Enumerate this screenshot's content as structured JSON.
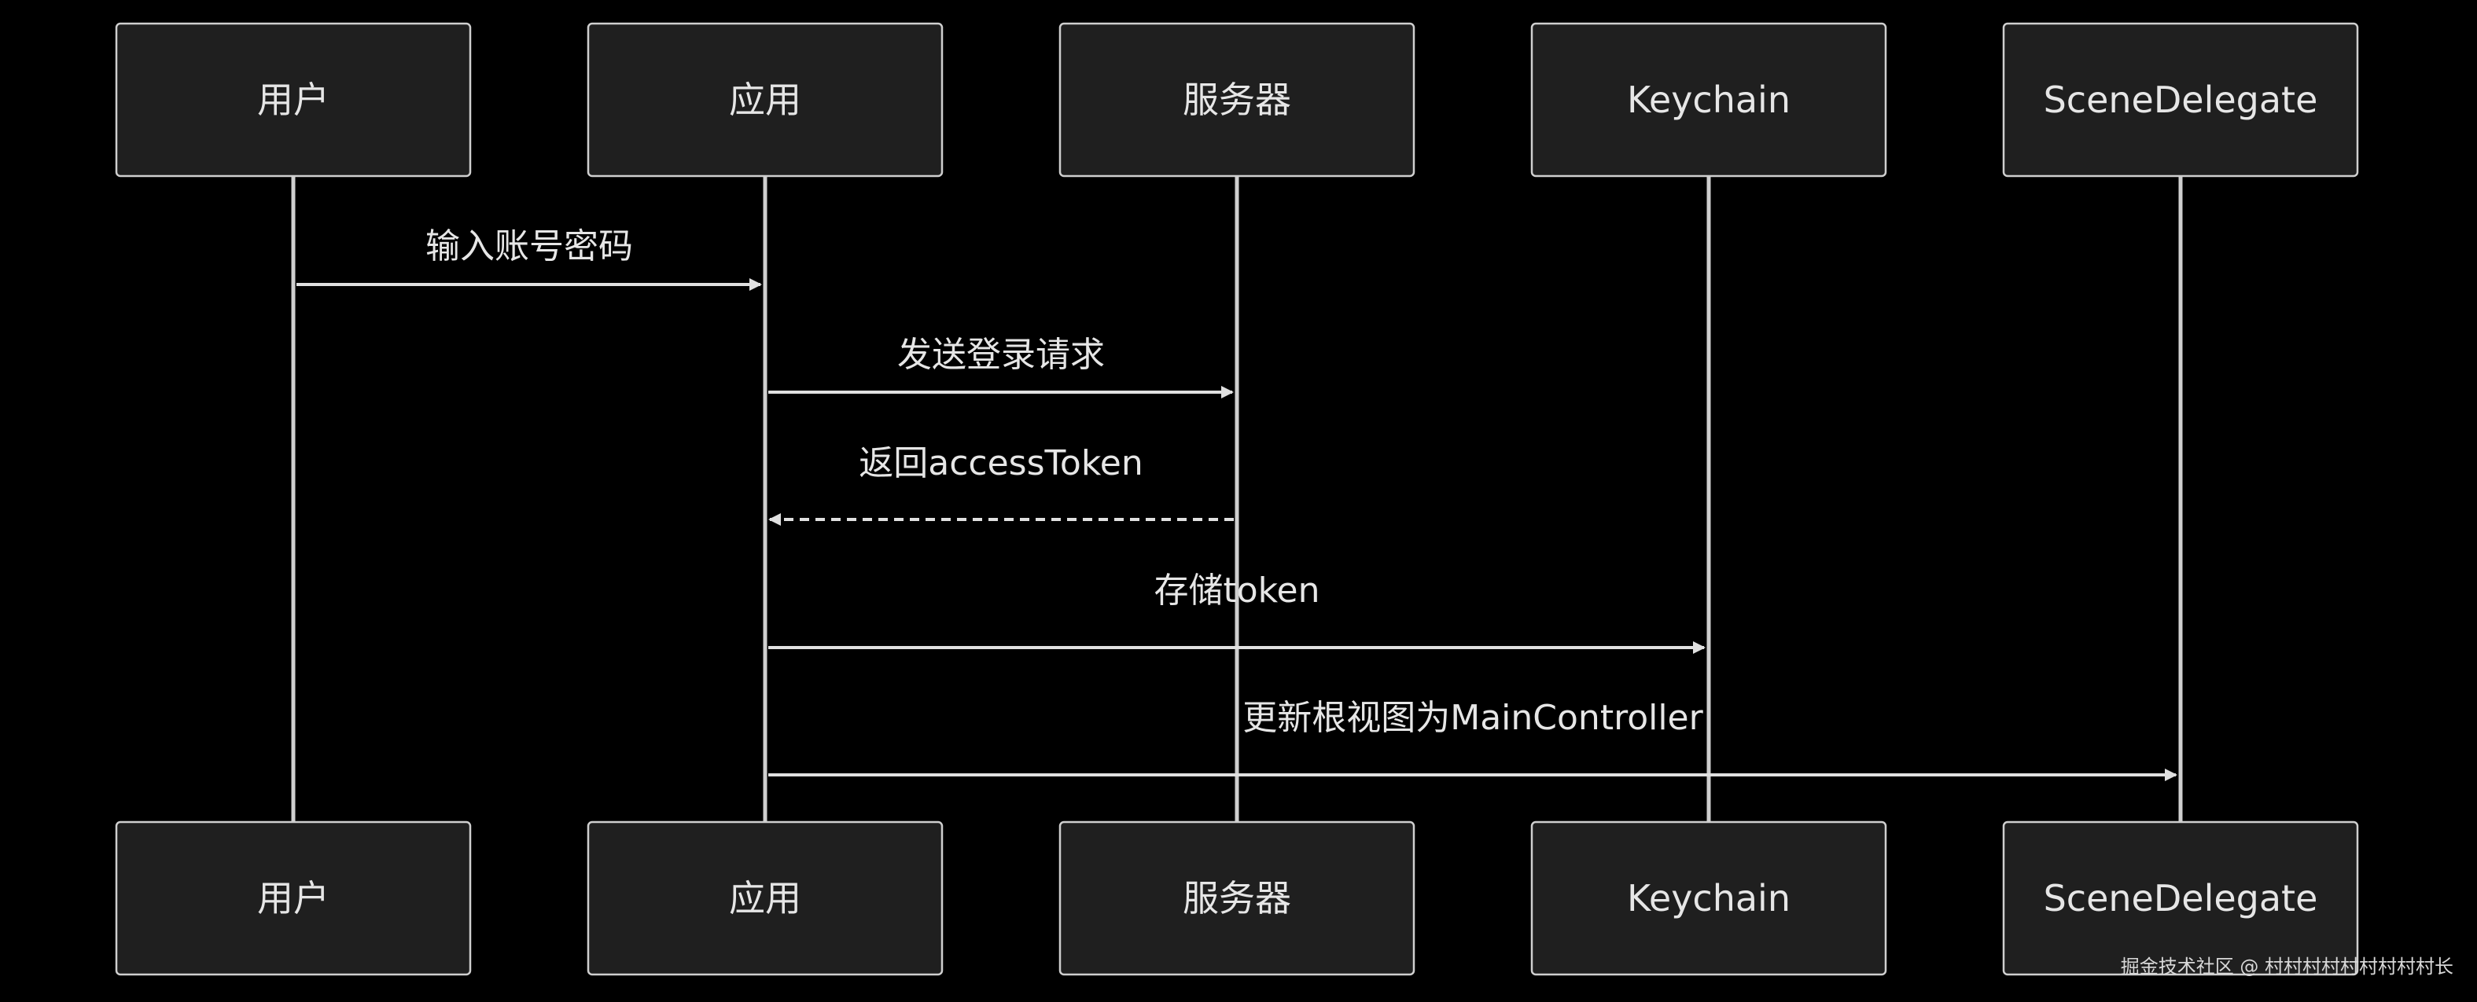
{
  "participants": [
    {
      "id": "user",
      "label": "用户"
    },
    {
      "id": "app",
      "label": "应用"
    },
    {
      "id": "server",
      "label": "服务器"
    },
    {
      "id": "keychain",
      "label": "Keychain"
    },
    {
      "id": "scene",
      "label": "SceneDelegate"
    }
  ],
  "messages": [
    {
      "from": "user",
      "to": "app",
      "label": "输入账号密码",
      "style": "solid"
    },
    {
      "from": "app",
      "to": "server",
      "label": "发送登录请求",
      "style": "solid"
    },
    {
      "from": "server",
      "to": "app",
      "label": "返回accessToken",
      "style": "dashed"
    },
    {
      "from": "app",
      "to": "keychain",
      "label": "存储token",
      "style": "solid"
    },
    {
      "from": "app",
      "to": "scene",
      "label": "更新根视图为MainController",
      "style": "solid"
    }
  ],
  "watermark": "掘金技术社区 @ 村村村村村村村村村长"
}
